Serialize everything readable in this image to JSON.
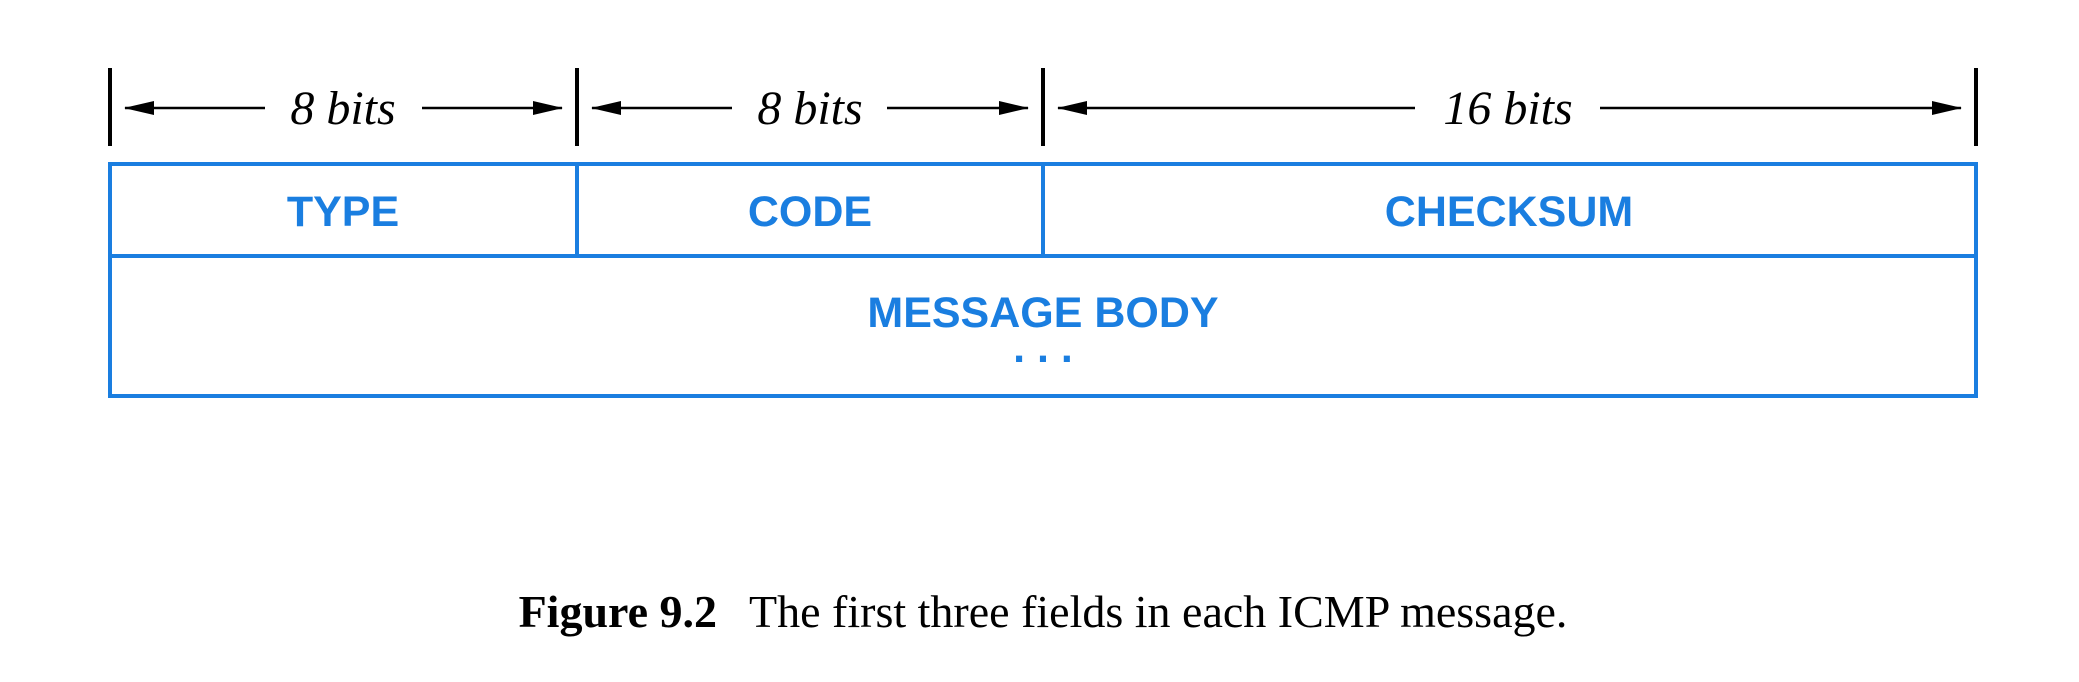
{
  "widths": {
    "type": "8 bits",
    "code": "8 bits",
    "checksum": "16 bits"
  },
  "fields": {
    "type": "TYPE",
    "code": "CODE",
    "checksum": "CHECKSUM",
    "body": "MESSAGE BODY",
    "continuation": ". . ."
  },
  "caption": {
    "number": "Figure 9.2",
    "text": "The first three fields in each ICMP message."
  },
  "colors": {
    "field_stroke": "#1a7ee0",
    "field_text": "#1a7ee0",
    "dimension": "#000000"
  }
}
